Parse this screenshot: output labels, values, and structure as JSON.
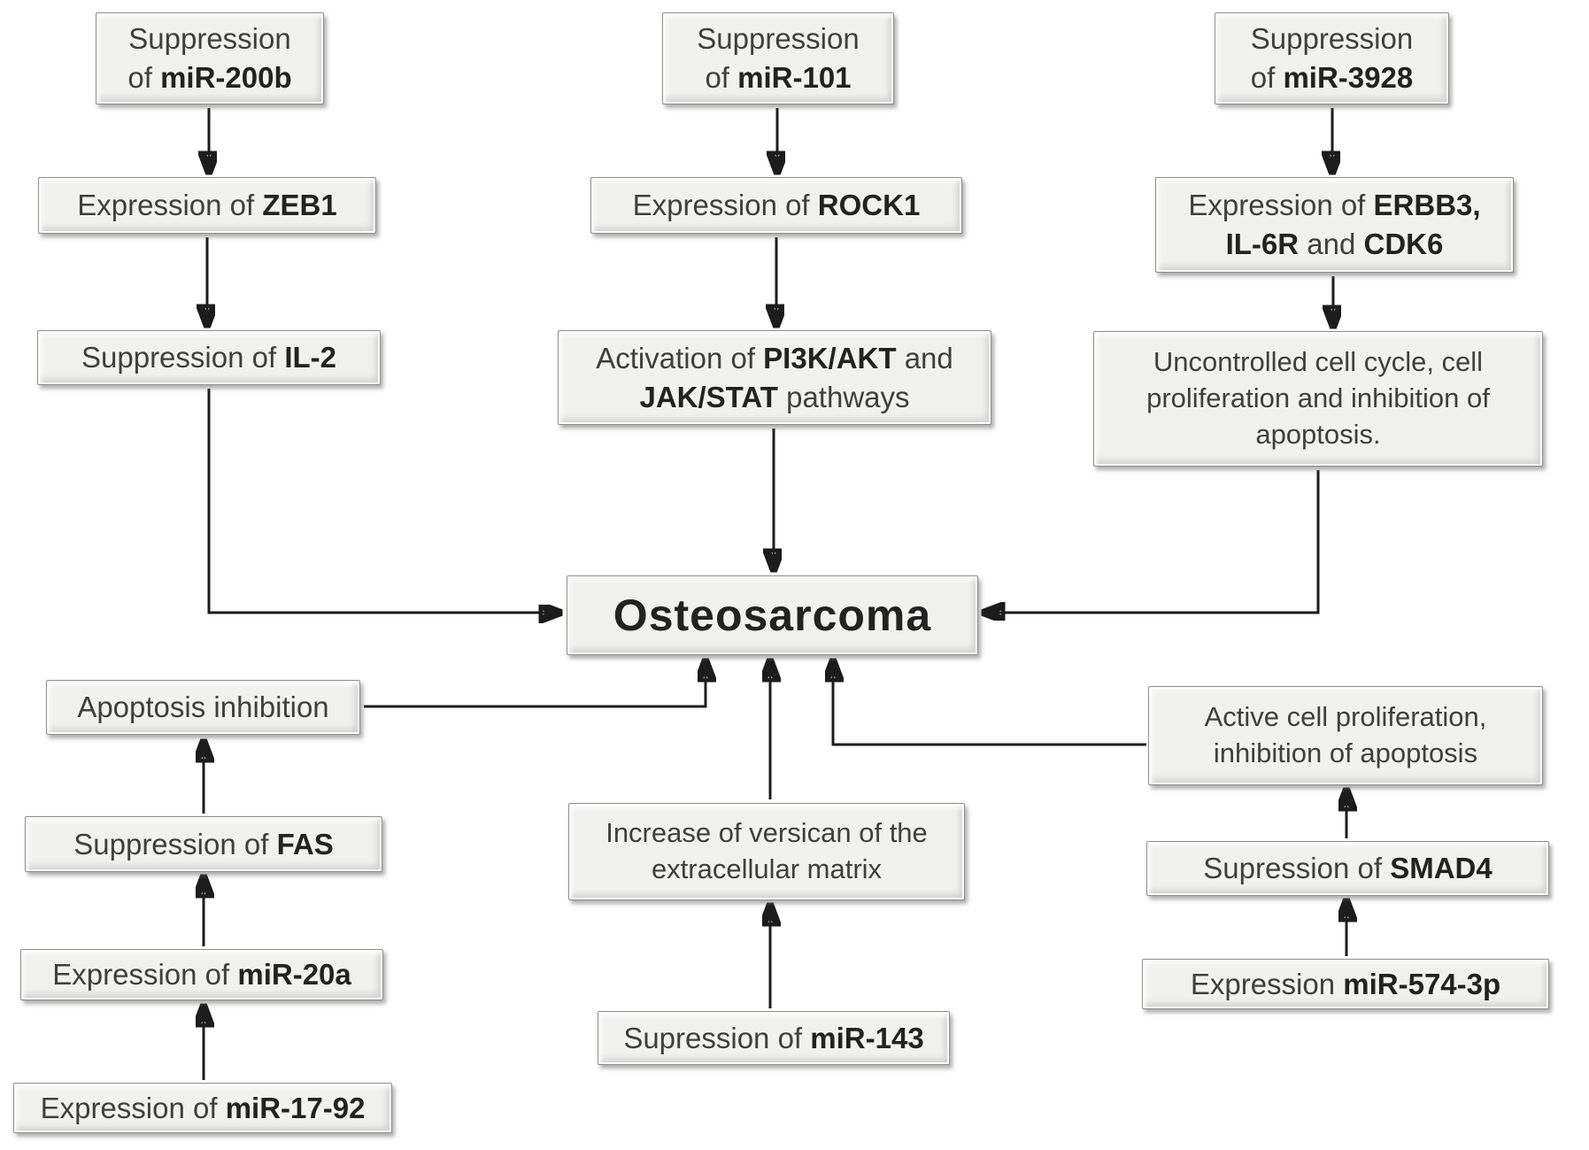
{
  "diagram_title": "Osteosarcoma miRNA pathways flowchart",
  "colors": {
    "background": "#ffffff",
    "box_fill": "#f1f1ef",
    "box_border": "#8e8e8e",
    "text": "#3f3f3f",
    "bold_text": "#222222",
    "arrow": "#1c1c1c"
  },
  "nodes": {
    "sup_mir200b": {
      "segments": [
        {
          "t": "Suppression"
        },
        {
          "br": true
        },
        {
          "t": "of  "
        },
        {
          "t": "miR-200b",
          "b": true
        }
      ]
    },
    "sup_mir101": {
      "segments": [
        {
          "t": "Suppression"
        },
        {
          "br": true
        },
        {
          "t": "of "
        },
        {
          "t": "miR-101",
          "b": true
        }
      ]
    },
    "sup_mir3928": {
      "segments": [
        {
          "t": "Suppression"
        },
        {
          "br": true
        },
        {
          "t": "of "
        },
        {
          "t": "miR-3928",
          "b": true
        }
      ]
    },
    "exp_zeb1": {
      "segments": [
        {
          "t": "Expression of "
        },
        {
          "t": "ZEB1",
          "b": true
        }
      ]
    },
    "exp_rock1": {
      "segments": [
        {
          "t": "Expression of "
        },
        {
          "t": "ROCK1",
          "b": true
        }
      ]
    },
    "exp_erbb3": {
      "segments": [
        {
          "t": "Expression of  "
        },
        {
          "t": "ERBB3,",
          "b": true
        },
        {
          "br": true
        },
        {
          "t": "IL-6R",
          "b": true
        },
        {
          "t": " and "
        },
        {
          "t": "CDK6",
          "b": true
        }
      ]
    },
    "sup_il2": {
      "segments": [
        {
          "t": "Suppression of "
        },
        {
          "t": "IL-2",
          "b": true
        }
      ]
    },
    "act_pathways": {
      "segments": [
        {
          "t": "Activation of "
        },
        {
          "t": "PI3K/AKT",
          "b": true
        },
        {
          "t": " and"
        },
        {
          "br": true
        },
        {
          "t": "JAK/STAT",
          "b": true
        },
        {
          "t": " pathways"
        }
      ]
    },
    "uncontrolled": {
      "segments": [
        {
          "t": "Uncontrolled cell cycle, cell"
        },
        {
          "br": true
        },
        {
          "t": "proliferation and inhibition of"
        },
        {
          "br": true
        },
        {
          "t": "apoptosis."
        }
      ]
    },
    "osteosarcoma": {
      "segments": [
        {
          "t": "Osteosarcoma",
          "b": true
        }
      ]
    },
    "apoptosis_inhibition": {
      "segments": [
        {
          "t": "Apoptosis inhibition"
        }
      ]
    },
    "sup_fas": {
      "segments": [
        {
          "t": "Suppression of "
        },
        {
          "t": "FAS",
          "b": true
        }
      ]
    },
    "exp_mir20a": {
      "segments": [
        {
          "t": "Expression of "
        },
        {
          "t": "miR-20a",
          "b": true
        }
      ]
    },
    "exp_mir1792": {
      "segments": [
        {
          "t": "Expression of "
        },
        {
          "t": "miR-17-92",
          "b": true
        }
      ]
    },
    "increase_versican": {
      "segments": [
        {
          "t": "Increase of versican of the"
        },
        {
          "br": true
        },
        {
          "t": "extracellular matrix"
        }
      ]
    },
    "sup_mir143": {
      "segments": [
        {
          "t": "Supression of "
        },
        {
          "t": "miR-143",
          "b": true
        }
      ]
    },
    "active_prolif": {
      "segments": [
        {
          "t": "Active cell proliferation,"
        },
        {
          "br": true
        },
        {
          "t": "inhibition of apoptosis"
        }
      ]
    },
    "sup_smad4": {
      "segments": [
        {
          "t": "Supression of "
        },
        {
          "t": "SMAD4",
          "b": true
        }
      ]
    },
    "exp_mir574": {
      "segments": [
        {
          "t": "Expression "
        },
        {
          "t": "miR-574-3p",
          "b": true
        }
      ]
    }
  },
  "edges": [
    {
      "from": "sup_mir200b",
      "to": "exp_zeb1"
    },
    {
      "from": "exp_zeb1",
      "to": "sup_il2"
    },
    {
      "from": "sup_il2",
      "to": "osteosarcoma"
    },
    {
      "from": "sup_mir101",
      "to": "exp_rock1"
    },
    {
      "from": "exp_rock1",
      "to": "act_pathways"
    },
    {
      "from": "act_pathways",
      "to": "osteosarcoma"
    },
    {
      "from": "sup_mir3928",
      "to": "exp_erbb3"
    },
    {
      "from": "exp_erbb3",
      "to": "uncontrolled"
    },
    {
      "from": "uncontrolled",
      "to": "osteosarcoma"
    },
    {
      "from": "exp_mir1792",
      "to": "exp_mir20a"
    },
    {
      "from": "exp_mir20a",
      "to": "sup_fas"
    },
    {
      "from": "sup_fas",
      "to": "apoptosis_inhibition"
    },
    {
      "from": "apoptosis_inhibition",
      "to": "osteosarcoma"
    },
    {
      "from": "sup_mir143",
      "to": "increase_versican"
    },
    {
      "from": "increase_versican",
      "to": "osteosarcoma"
    },
    {
      "from": "exp_mir574",
      "to": "sup_smad4"
    },
    {
      "from": "sup_smad4",
      "to": "active_prolif"
    },
    {
      "from": "active_prolif",
      "to": "osteosarcoma"
    }
  ]
}
